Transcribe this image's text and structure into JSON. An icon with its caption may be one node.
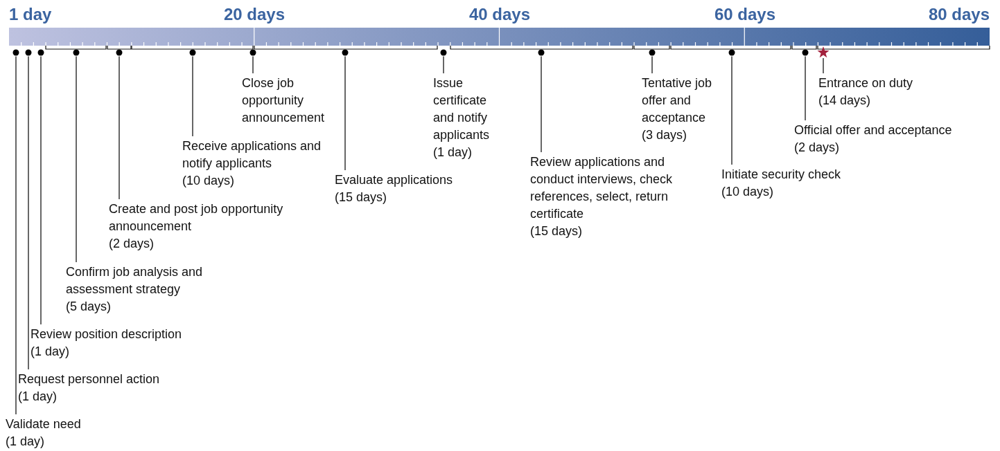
{
  "diagram": {
    "nodes": [
      {
        "text": [],
        "shape": "circle"
      },
      {
        "text": [],
        "shape": "circle"
      },
      {
        "text": [],
        "shape": "circle"
      },
      {
        "text": [],
        "shape": "circle"
      },
      {
        "text": [],
        "shape": "circle"
      },
      {
        "text": [],
        "shape": "circle"
      },
      {
        "text": [],
        "shape": "circle"
      },
      {
        "text": [],
        "shape": "circle"
      },
      {
        "text": [],
        "shape": "circle"
      },
      {
        "text": [],
        "shape": "circle"
      },
      {
        "text": [],
        "shape": "circle"
      },
      {
        "text": [],
        "shape": "circle"
      },
      {
        "text": [],
        "shape": "circle"
      },
      {
        "text": [],
        "shape": "star"
      },
      {
        "text": [
          "Validate need",
          "(1 day)"
        ]
      },
      {
        "text": [
          "Request personnel action",
          "(1 day)"
        ]
      },
      {
        "text": [
          "Review position description",
          "(1 day)"
        ]
      },
      {
        "text": [
          "Confirm job analysis and assessment strategy",
          "(5 days)"
        ]
      },
      {
        "text": [
          "Create and post job opportunity announcement",
          "(2 days)"
        ]
      },
      {
        "text": [
          "Receive applications and notify applicants",
          "(10 days)"
        ]
      },
      {
        "text": [
          "Close job opportunity announcement"
        ]
      },
      {
        "text": [
          "Evaluate applications",
          "(15 days)"
        ]
      },
      {
        "text": [
          "Issue certificate and notify applicants",
          "(1 day)"
        ]
      },
      {
        "text": [
          "Review applications and conduct interviews, check references, select, return certificate",
          "(15 days)"
        ]
      },
      {
        "text": [
          "Tentative job offer and acceptance",
          "(3 days)"
        ]
      },
      {
        "text": [
          "Initiate security check",
          "(10 days)"
        ]
      },
      {
        "text": [
          "Official offer and acceptance",
          "(2 days)"
        ]
      },
      {
        "text": [
          "Entrance on duty",
          "(14 days)"
        ]
      }
    ],
    "edges": [
      {
        "from": 14,
        "to": 0,
        "arrow": "none"
      },
      {
        "from": 15,
        "to": 1,
        "arrow": "none"
      },
      {
        "from": 16,
        "to": 2,
        "arrow": "none"
      },
      {
        "from": 17,
        "to": 3,
        "arrow": "none"
      },
      {
        "from": 18,
        "to": 4,
        "arrow": "none"
      },
      {
        "from": 19,
        "to": 5,
        "arrow": "none"
      },
      {
        "from": 20,
        "to": 6,
        "arrow": "none"
      },
      {
        "from": 21,
        "to": 7,
        "arrow": "none"
      },
      {
        "from": 22,
        "to": 8,
        "arrow": "none"
      },
      {
        "from": 23,
        "to": 9,
        "arrow": "none"
      },
      {
        "from": 24,
        "to": 10,
        "arrow": "none"
      },
      {
        "from": 25,
        "to": 11,
        "arrow": "none"
      },
      {
        "from": 26,
        "to": 12,
        "arrow": "none"
      },
      {
        "from": 27,
        "to": 13,
        "arrow": "none"
      }
    ],
    "labels": [
      "1 day",
      "20 days",
      "40 days",
      "60 days",
      "80 days"
    ]
  }
}
